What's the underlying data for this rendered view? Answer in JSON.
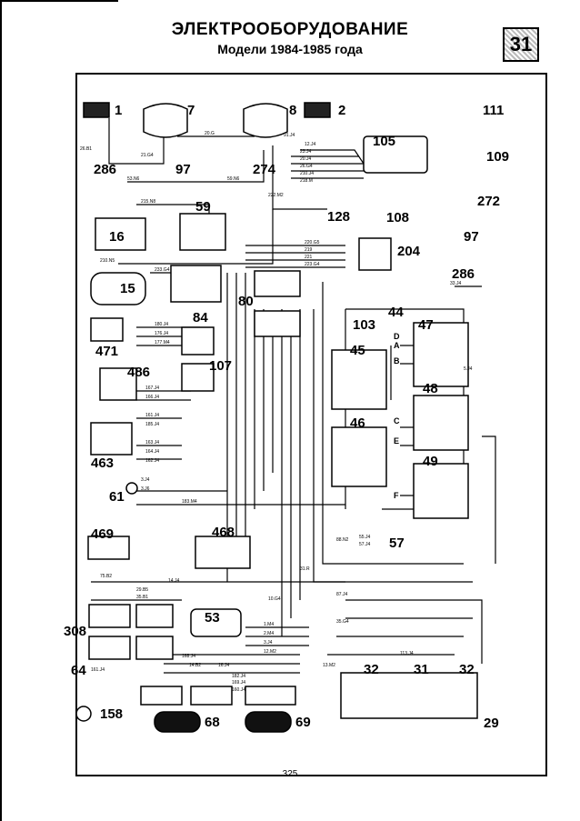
{
  "header": {
    "title": "ЭЛЕКТРООБОРУДОВАНИЕ",
    "subtitle": "Модели 1984-1985 года",
    "chapter_number": "31"
  },
  "footer": {
    "page_number": "325"
  },
  "components": [
    "1",
    "7",
    "8",
    "2",
    "286",
    "97",
    "274",
    "105",
    "111",
    "109",
    "272",
    "59",
    "16",
    "128",
    "108",
    "97",
    "204",
    "286",
    "15",
    "80",
    "84",
    "44",
    "103",
    "47",
    "45",
    "471",
    "486",
    "107",
    "A",
    "B",
    "48",
    "C",
    "E",
    "D",
    "46",
    "463",
    "49",
    "61",
    "F",
    "57",
    "469",
    "468",
    "308",
    "53",
    "64",
    "32",
    "31",
    "32",
    "158",
    "68",
    "69",
    "29"
  ],
  "wire_labels": [
    "20.G",
    "21.G4",
    "91.J4",
    "12.J4",
    "23.J4",
    "20.J4",
    "26.G4",
    "210.J4",
    "218.M",
    "26.B1",
    "53.N6",
    "59.N6",
    "215.N8",
    "210.N5",
    "222.M2",
    "220.G5",
    "219",
    "221",
    "223.G4",
    "233.G4",
    "33.J4",
    "5.J4",
    "180.J4",
    "176.J4",
    "177.M4",
    "167.J4",
    "166.J4",
    "161.J4",
    "185.J4",
    "163.J4",
    "164.J4",
    "162.J4",
    "183.M4",
    "3.J4",
    "3.J6",
    "29.B5",
    "35.B1",
    "75.B2",
    "14.J4",
    "31.R",
    "87.J4",
    "88.N2",
    "10.G4",
    "35.G4",
    "1.M4",
    "2.M4",
    "3.J4",
    "12.M2",
    "113.J4",
    "14.B2",
    "16.J4",
    "13.M2",
    "168.J4",
    "161.J4",
    "182.J4",
    "169.J4",
    "160.J4",
    "55.J4",
    "57.J4"
  ]
}
